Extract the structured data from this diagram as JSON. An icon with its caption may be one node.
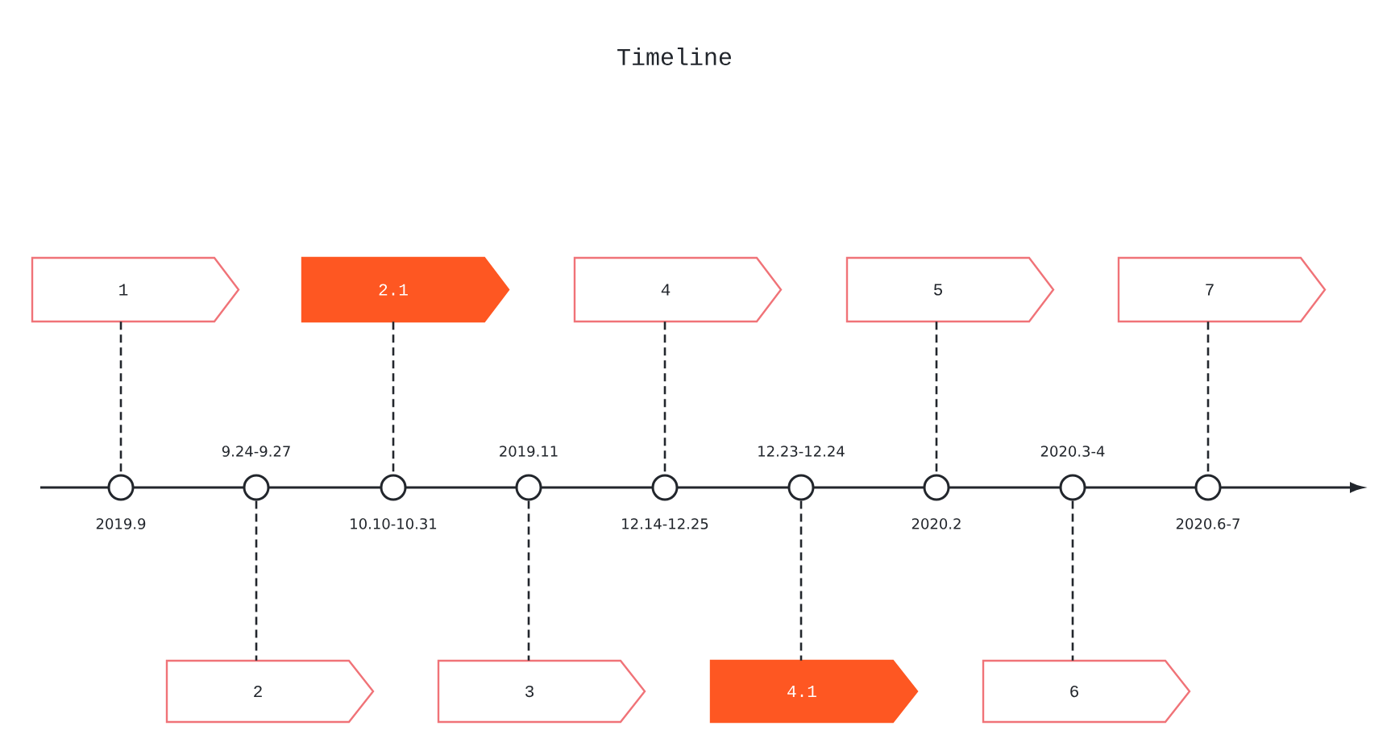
{
  "diagram": {
    "title": "Timeline",
    "nodes": [
      {
        "text": [
          "1"
        ]
      },
      {
        "text": [
          "2.1"
        ]
      },
      {
        "text": [
          "4"
        ]
      },
      {
        "text": [
          "5"
        ]
      },
      {
        "text": [
          "7"
        ]
      },
      {
        "text": [],
        "shape": "circle",
        "beside": [
          "2019.9"
        ]
      },
      {
        "text": [],
        "shape": "circle",
        "beside": [
          "9.24-9.27"
        ]
      },
      {
        "text": [],
        "shape": "circle",
        "beside": [
          "10.10-10.31"
        ]
      },
      {
        "text": [],
        "shape": "circle",
        "beside": [
          "2019.11"
        ]
      },
      {
        "text": [],
        "shape": "circle",
        "beside": [
          "12.14-12.25"
        ]
      },
      {
        "text": [],
        "shape": "circle",
        "beside": [
          "12.23-12.24"
        ]
      },
      {
        "text": [],
        "shape": "circle",
        "beside": [
          "2020.2"
        ]
      },
      {
        "text": [],
        "shape": "circle",
        "beside": [
          "2020.3-4"
        ]
      },
      {
        "text": [],
        "shape": "circle",
        "beside": [
          "2020.6-7"
        ]
      },
      {
        "text": [
          "2"
        ]
      },
      {
        "text": [
          "3"
        ]
      },
      {
        "text": [
          "4.1"
        ]
      },
      {
        "text": [
          "6"
        ]
      }
    ],
    "edges": [
      {
        "from": 0,
        "to": 5,
        "arrow": "none",
        "style": "dashed"
      },
      {
        "from": 1,
        "to": 7,
        "arrow": "none",
        "style": "dashed"
      },
      {
        "from": 2,
        "to": 9,
        "arrow": "none",
        "style": "dashed"
      },
      {
        "from": 3,
        "to": 11,
        "arrow": "none",
        "style": "dashed"
      },
      {
        "from": 4,
        "to": 13,
        "arrow": "none",
        "style": "dashed"
      },
      {
        "from": 6,
        "to": 14,
        "arrow": "none",
        "style": "dashed"
      },
      {
        "from": 8,
        "to": 15,
        "arrow": "none",
        "style": "dashed"
      },
      {
        "from": 10,
        "to": 16,
        "arrow": "none",
        "style": "dashed"
      },
      {
        "from": 12,
        "to": 17,
        "arrow": "none",
        "style": "dashed"
      }
    ]
  }
}
